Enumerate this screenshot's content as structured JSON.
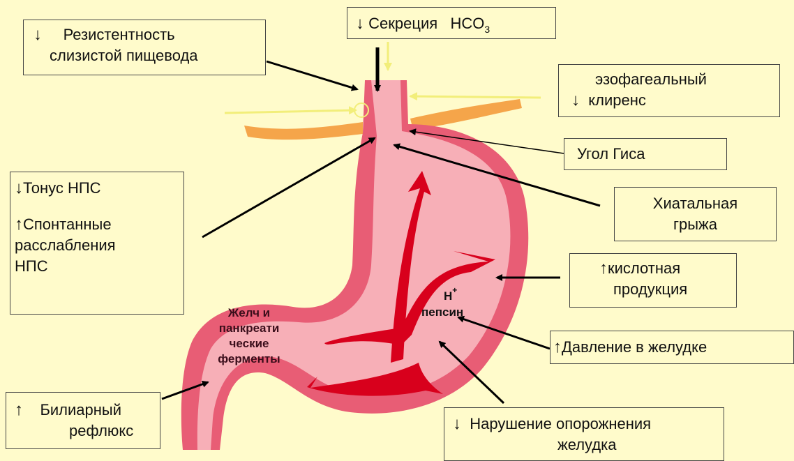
{
  "colors": {
    "background": "#FFFBCB",
    "stomach_outer": "#E85D75",
    "stomach_inner": "#F7AFB7",
    "red_arrows": "#D8001C",
    "diaphragm": "#F5A54A",
    "yellow_arrows": "#F2EE7A"
  },
  "boxes": {
    "mucosa": {
      "arrow": "↓",
      "lines": [
        "Резистентность",
        "слизистой пищевода"
      ]
    },
    "secretion": {
      "arrow": "↓",
      "text": "Секреция",
      "formula": "HCO",
      "subscript": "3"
    },
    "clearance": {
      "arrow": "↓",
      "lines": [
        "эзофагеальный",
        "клиренс"
      ]
    },
    "his_angle": {
      "text": "Угол Гиса"
    },
    "hiatal": {
      "lines": [
        "Хиатальная",
        "грыжа"
      ]
    },
    "les": {
      "arrow1": "↓",
      "line1": "Тонус НПС",
      "arrow2": "↑",
      "line2": "Спонтанные",
      "line3": "расслабления",
      "line4": "НПС"
    },
    "acid": {
      "arrow": "↑",
      "lines": [
        "кислотная",
        "продукция"
      ]
    },
    "pressure": {
      "arrow": "↑",
      "text": "Давление в желудке"
    },
    "biliary": {
      "arrow": "↑",
      "lines": [
        "Билиарный",
        "рефлюкс"
      ]
    },
    "emptying": {
      "arrow": "↓",
      "lines": [
        "Нарушение опорожнения",
        "желудка"
      ]
    }
  },
  "stomach_labels": {
    "bile": [
      "Желч и",
      "панкреати",
      "ческие",
      "ферменты"
    ],
    "h": "H",
    "h_sup": "+",
    "pepsin": "пепсин"
  }
}
